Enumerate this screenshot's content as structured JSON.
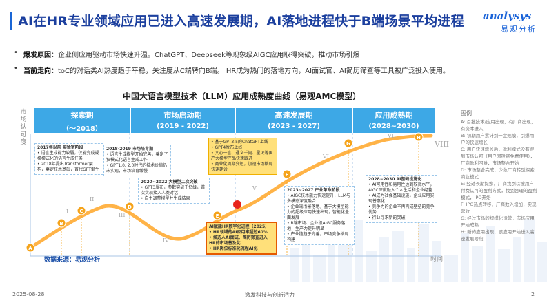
{
  "header": {
    "title": "AI在HR专业领域应用已进入高速发展期，AI落地进程快于B端场景平均进程",
    "logo_text": "analysys",
    "logo_subtext": "易观分析"
  },
  "bullets": [
    {
      "label": "爆发原因",
      "text": "：企业侧应用驱动市场快速升温。ChatGPT、Deepseek等现象级AIGC应用取得突破，推动市场引爆"
    },
    {
      "label": "当前走向",
      "text": "：toC的对话类AI热度趋于平稳，关注度从C端转向B端。 HR成为热门的落地方向，AI面试官、AI简历筛查等工具被广泛投入使用。"
    }
  ],
  "chart": {
    "title": "中国大语言模型技术（LLM）应用成熟度曲线（易观AMC模型）",
    "y_axis_label": "市场认可度",
    "x_axis_label": "时间",
    "phases": [
      {
        "name": "探索期",
        "range": "（～2018）"
      },
      {
        "name": "市场启动期",
        "range": "(2019 - 2022)"
      },
      {
        "name": "高速发展期",
        "range": "(2023 - 2027)"
      },
      {
        "name": "应用成熟期",
        "range": "(2028~2030)"
      }
    ],
    "points": [
      "A",
      "B",
      "C",
      "D",
      "E",
      "F",
      "G",
      "H"
    ],
    "roman": [
      "I",
      "II",
      "III",
      "IV",
      "V",
      "VI",
      "VII",
      "VIII"
    ],
    "boxes": {
      "b2017": {
        "title": "2017年以前 实验室阶段",
        "lines": [
          "• 语言生成能力较弱，仅能完成规模模式化的语言生成任务",
          "• 2018年提出Transformer架构，奠定技术基础，首代GPT诞生"
        ]
      },
      "b2018": {
        "title": "2018-2019 市场培育期",
        "lines": [
          "• 语言生成模型开始完善，奠定了狂模式化语言生成工作",
          "• GPT1.0, 2.0时代的技术价值仍未实现，市场培育缓慢"
        ]
      },
      "b2020": {
        "title": "2020~2022 大模型二次突破",
        "lines": [
          "• GPT3发布，参数突破千亿级，首次实现接入人类对话",
          "• 自主调整模型并生成结果"
        ]
      },
      "b2022": {
        "title": "",
        "lines": [
          "• 基于GPT3.5的ChatGPT上线",
          "• GPT4发布上线",
          "• 文心一言、通义千问、星火等国产大模型产品快速跟进",
          "• 商业化周期变短，加速市场格局快速建设"
        ]
      },
      "b2023": {
        "title": "2023~2027 产业革命阶段",
        "lines": [
          "• AIGC技术能力快速提升，LLM与多模态深度融合",
          "• 企业端场景落地，基于大模型能力的超级应用快速出现，智能化全面发展",
          "• B端市场、企业级AIGC服务落地，生产力提升明显",
          "• 产业链趋于完善，市场竞争格局构建"
        ]
      },
      "b2028": {
        "title": "2028~2030 AI基础设施化",
        "lines": [
          "• AI可用性和易用性达到较高水平，AIGC深度融入个人生活和企业经营",
          "• AI成为社会基础设施，企业应用实现普惠化",
          "• 竞争力的企业不再构成壁垒的竞争优势",
          "• 行业寻求新的突破"
        ]
      },
      "hr": {
        "title": "AI赋能HR数字化进程（2025）",
        "lines": [
          "• HR领域的AI应用率超过60%",
          "• 候选人AI面试、简历筛查进入HR的市场普及化",
          "• HR岗位标准化流程AI化"
        ]
      }
    }
  },
  "legend": {
    "title": "图例",
    "items": [
      "A: 首批技术/应用出现，有厂商出现，有资本进入",
      "B: 初期用户累计到一定规模，引爆用户的快速增长",
      "C: 用户快速增长后，盈利模式没有得到市场认可（用户因投资免费使用），厂商盈利困难，市场整合开始",
      "D: 市场整合完成，少数厂商转型探索商业模式",
      "E: 经过长期探索，厂商找到以被用户付费认可的盈利方式，找到合理的盈利模式，IPO开始",
      "F: IPO热点转移，厂商数入增加，实现营收",
      "G: 经过市场的规模化运营，市场应用开始成熟",
      "H: 新的应用出现，该应用开始进入高速发展阶段"
    ]
  },
  "source": "数据来源：易观分析",
  "footer": {
    "date": "2025-08-28",
    "tagline": "激发科技与创新活力",
    "page": "2"
  },
  "colors": {
    "primary": "#1a66d6",
    "phase": "#3da8e6",
    "curve": "#ffb347",
    "point": "#f5a31a",
    "highlight_red": "#e8231a",
    "yellow_box": "#ffe07a"
  }
}
